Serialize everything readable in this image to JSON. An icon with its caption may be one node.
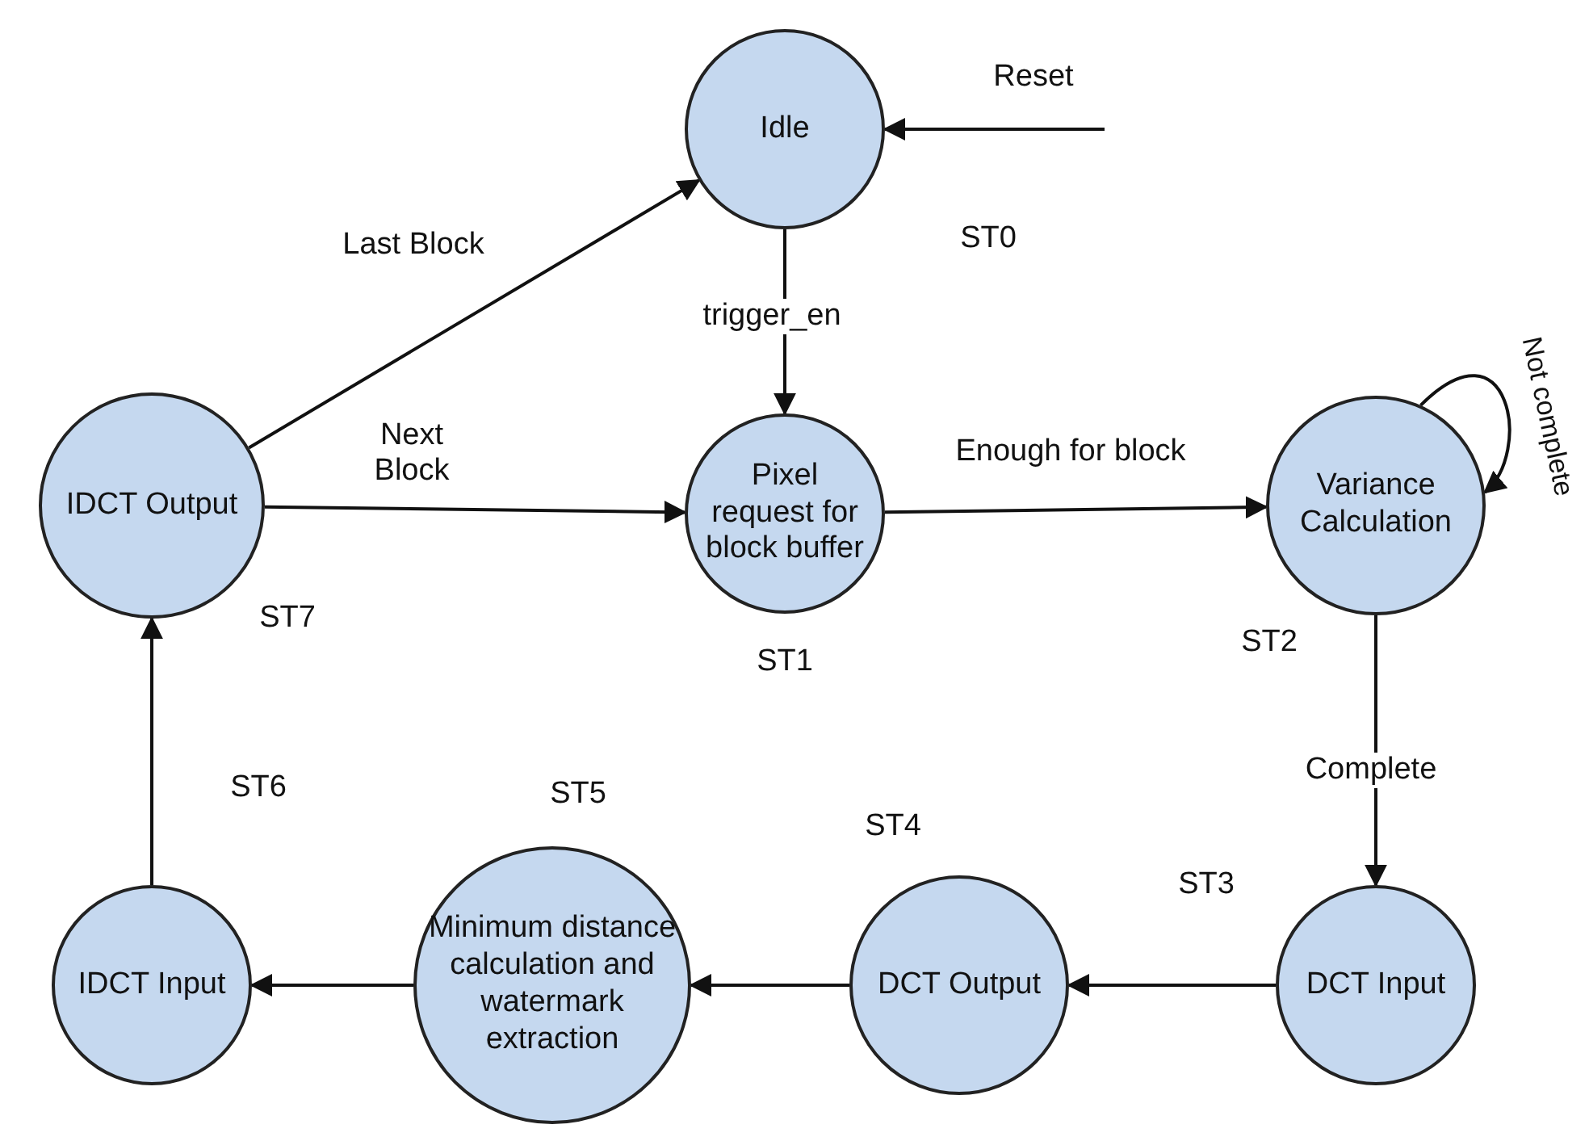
{
  "diagram": {
    "nodes": [
      {
        "text": [
          "Idle"
        ],
        "beside": [
          "ST0"
        ]
      },
      {
        "text": [
          "Pixel request for block buffer"
        ],
        "beside": [
          "ST1"
        ]
      },
      {
        "text": [
          "Variance Calculation"
        ],
        "beside": [
          "ST2"
        ]
      },
      {
        "text": [
          "DCT Input"
        ],
        "beside": [
          "ST3"
        ]
      },
      {
        "text": [
          "DCT Output"
        ],
        "beside": [
          "ST4"
        ]
      },
      {
        "text": [
          "Minimum distance calculation and watermark extraction"
        ],
        "beside": [
          "ST5"
        ]
      },
      {
        "text": [
          "IDCT Input"
        ],
        "beside": [
          "ST6"
        ]
      },
      {
        "text": [
          "IDCT Output"
        ],
        "beside": [
          "ST7"
        ]
      }
    ],
    "edges": [
      {
        "from": null,
        "to": 0,
        "arrow": "to",
        "label": "Reset"
      },
      {
        "from": 0,
        "to": 1,
        "arrow": "to",
        "label": "trigger_en"
      },
      {
        "from": 1,
        "to": 2,
        "arrow": "to",
        "label": "Enough for block"
      },
      {
        "from": 2,
        "to": 2,
        "arrow": "to",
        "label": "Not complete"
      },
      {
        "from": 2,
        "to": 3,
        "arrow": "to",
        "label": "Complete"
      },
      {
        "from": 3,
        "to": 4,
        "arrow": "to"
      },
      {
        "from": 4,
        "to": 5,
        "arrow": "to"
      },
      {
        "from": 5,
        "to": 6,
        "arrow": "to"
      },
      {
        "from": 6,
        "to": 7,
        "arrow": "to"
      },
      {
        "from": 7,
        "to": 1,
        "arrow": "to",
        "label": "Next Block"
      },
      {
        "from": 7,
        "to": 0,
        "arrow": "to",
        "label": "Last Block"
      }
    ]
  }
}
